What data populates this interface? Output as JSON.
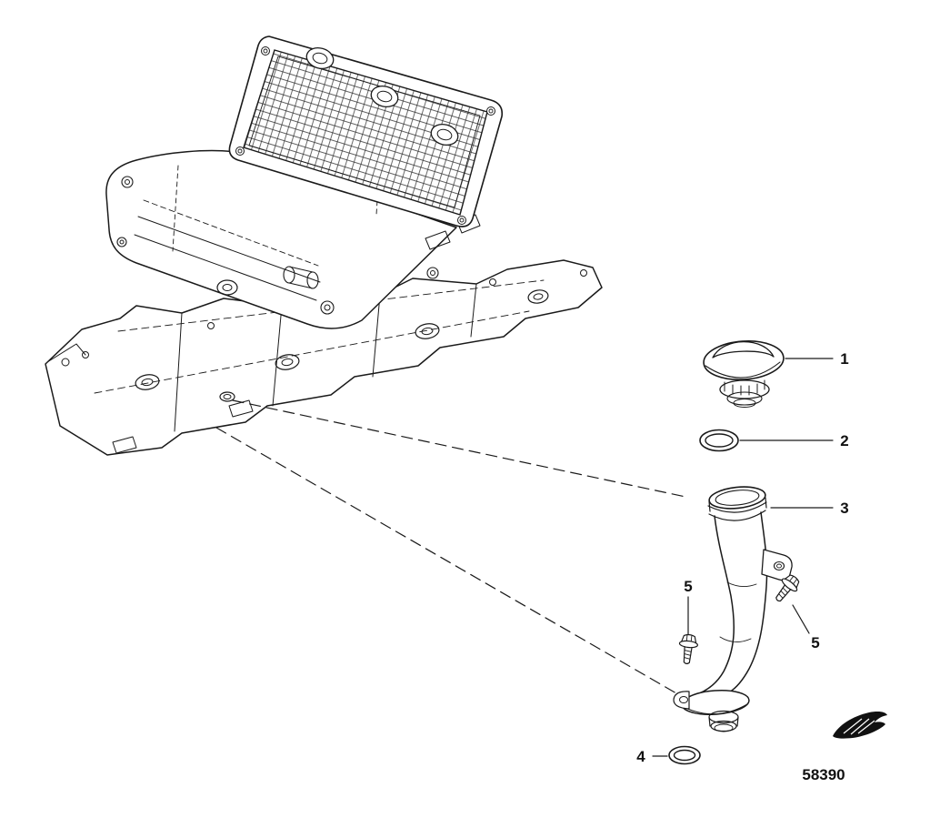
{
  "colors": {
    "ink": "#1a1a1a",
    "paper": "#ffffff"
  },
  "figure": {
    "drawing_number": "58390"
  },
  "callouts": {
    "oil_fill_cap": "1",
    "o_ring_upper": "2",
    "oil_fill_tube": "3",
    "o_ring_lower": "4",
    "bolt_front": "5",
    "bolt_side": "5"
  }
}
